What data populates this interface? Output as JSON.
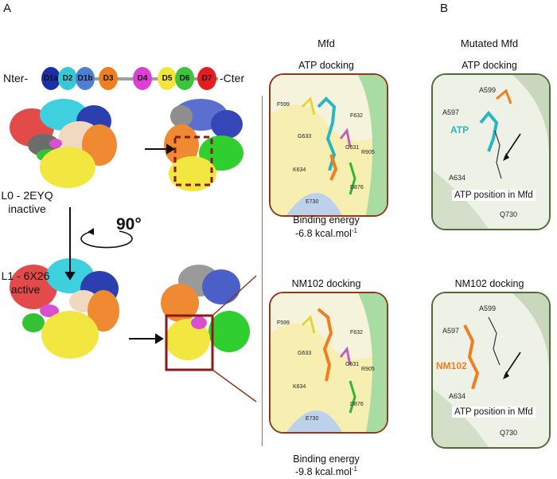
{
  "panels": {
    "a": "A",
    "b": "B"
  },
  "domain_bar": {
    "n_label": "Nter-",
    "c_label": "-Cter",
    "domains": [
      {
        "label": "D1a",
        "color": "#1c2fa8"
      },
      {
        "label": "D2",
        "color": "#35c9d6"
      },
      {
        "label": "D1b",
        "color": "#4d7fd3"
      },
      {
        "label": "D3",
        "color": "#ef7e22"
      },
      {
        "label": "D4",
        "color": "#db3fd4"
      },
      {
        "label": "D5",
        "color": "#f3e53c"
      },
      {
        "label": "D6",
        "color": "#3cc53c"
      },
      {
        "label": "D7",
        "color": "#e41e1e"
      }
    ]
  },
  "states": {
    "l0_line1": "L0 - 2EYQ",
    "l0_line2": "inactive",
    "l1_line1": "L1 - 6X26",
    "l1_line2": "active",
    "rotation": "90°"
  },
  "column_mfd": {
    "title": "Mfd",
    "atp_docking": "ATP docking",
    "atp_energy_label": "Binding energy",
    "atp_energy_value": "-6.8 kcal.mol",
    "nm102_docking": "NM102 docking",
    "nm102_energy_label": "Binding energy",
    "nm102_energy_value": "-9.8 kcal.mol",
    "energy_exponent": "-1",
    "residues": [
      "F599",
      "F632",
      "G633",
      "G631",
      "R905",
      "K634",
      "D876",
      "E730"
    ]
  },
  "column_mutated": {
    "title": "Mutated Mfd",
    "atp_docking": "ATP docking",
    "nm102_docking": "NM102 docking",
    "ligand_atp": "ATP",
    "ligand_nm102": "NM102",
    "callout": "ATP position in Mfd",
    "residues": [
      "A599",
      "A597",
      "A634",
      "Q730"
    ]
  },
  "colors": {
    "frame_mfd": "#8b3a1e",
    "frame_mut": "#4f6b3a",
    "dashed_box": "#8b1a1a",
    "atp_label": "#2bb5c2",
    "nm102_label": "#ef7e22"
  }
}
